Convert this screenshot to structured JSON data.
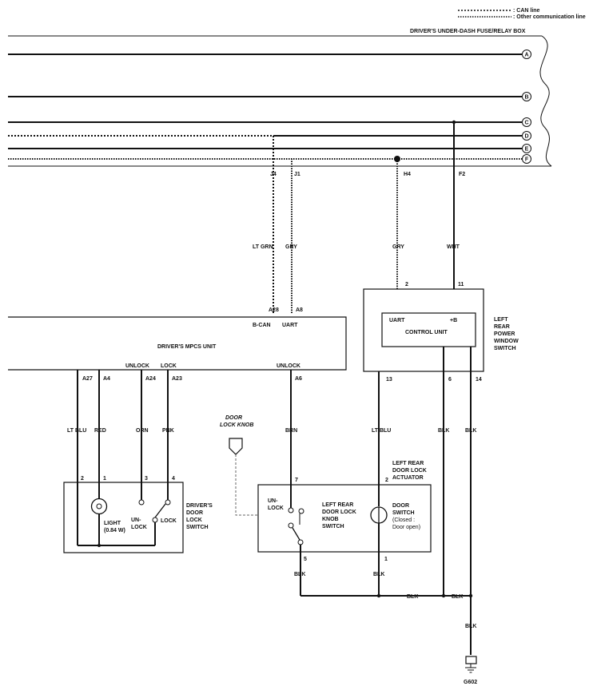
{
  "legend": {
    "can_line": ": CAN line",
    "other_line": ": Other communication line"
  },
  "fuse_box": {
    "title": "DRIVER'S UNDER-DASH FUSE/RELAY BOX",
    "terminals": {
      "a": "A",
      "b": "B",
      "c": "C",
      "d": "D",
      "e": "E",
      "f": "F"
    },
    "pins": {
      "j4": "J4",
      "j1": "J1",
      "h4": "H4",
      "f2": "F2"
    }
  },
  "wires": {
    "lt_grn": "LT GRN",
    "gry_1": "GRY",
    "gry_2": "GRY",
    "wht": "WHT",
    "lt_blu_1": "LT BLU",
    "red": "RED",
    "orn": "ORN",
    "pnk": "PNK",
    "brn": "BRN",
    "lt_blu_2": "LT BLU",
    "blk_6": "BLK",
    "blk_14": "BLK",
    "blk_5": "BLK",
    "blk_1": "BLK",
    "blk_bus_1": "BLK",
    "blk_bus_2": "BLK",
    "blk_ground": "BLK"
  },
  "mpcs": {
    "title": "DRIVER'S MPCS UNIT",
    "b_can": "B-CAN",
    "uart": "UART",
    "unlock_left": "UNLOCK",
    "lock": "LOCK",
    "unlock_right": "UNLOCK",
    "pins": {
      "a28": "A28",
      "a8": "A8",
      "a27": "A27",
      "a4": "A4",
      "a24": "A24",
      "a23": "A23",
      "a6": "A6"
    }
  },
  "window_switch": {
    "name_lines": [
      "LEFT",
      "REAR",
      "POWER",
      "WINDOW",
      "SWITCH"
    ],
    "control_unit": "CONTROL UNIT",
    "uart": "UART",
    "plus_b": "+B",
    "pins": {
      "p2": "2",
      "p11": "11",
      "p13": "13",
      "p6": "6",
      "p14": "14"
    }
  },
  "door_lock_switch": {
    "name_lines": [
      "DRIVER'S",
      "DOOR",
      "LOCK",
      "SWITCH"
    ],
    "light_lines": [
      "LIGHT",
      "(0.84 W)"
    ],
    "unlock_lines": [
      "UN-",
      "LOCK"
    ],
    "lock": "LOCK",
    "pins": {
      "p2": "2",
      "p1": "1",
      "p3": "3",
      "p4": "4"
    }
  },
  "knob": {
    "title_lines": [
      "DOOR",
      "LOCK KNOB"
    ]
  },
  "knob_switch": {
    "name_lines": [
      "LEFT REAR",
      "DOOR LOCK",
      "KNOB",
      "SWITCH"
    ],
    "unlock_lines": [
      "UN-",
      "LOCK"
    ],
    "pins": {
      "p7": "7",
      "p5": "5"
    }
  },
  "actuator": {
    "name_lines": [
      "LEFT REAR",
      "DOOR LOCK",
      "ACTUATOR"
    ],
    "switch_lines": [
      "DOOR",
      "SWITCH",
      "(Closed :",
      "Door open)"
    ],
    "pins": {
      "p2": "2",
      "p1": "1"
    }
  },
  "ground": {
    "label": "G602"
  }
}
